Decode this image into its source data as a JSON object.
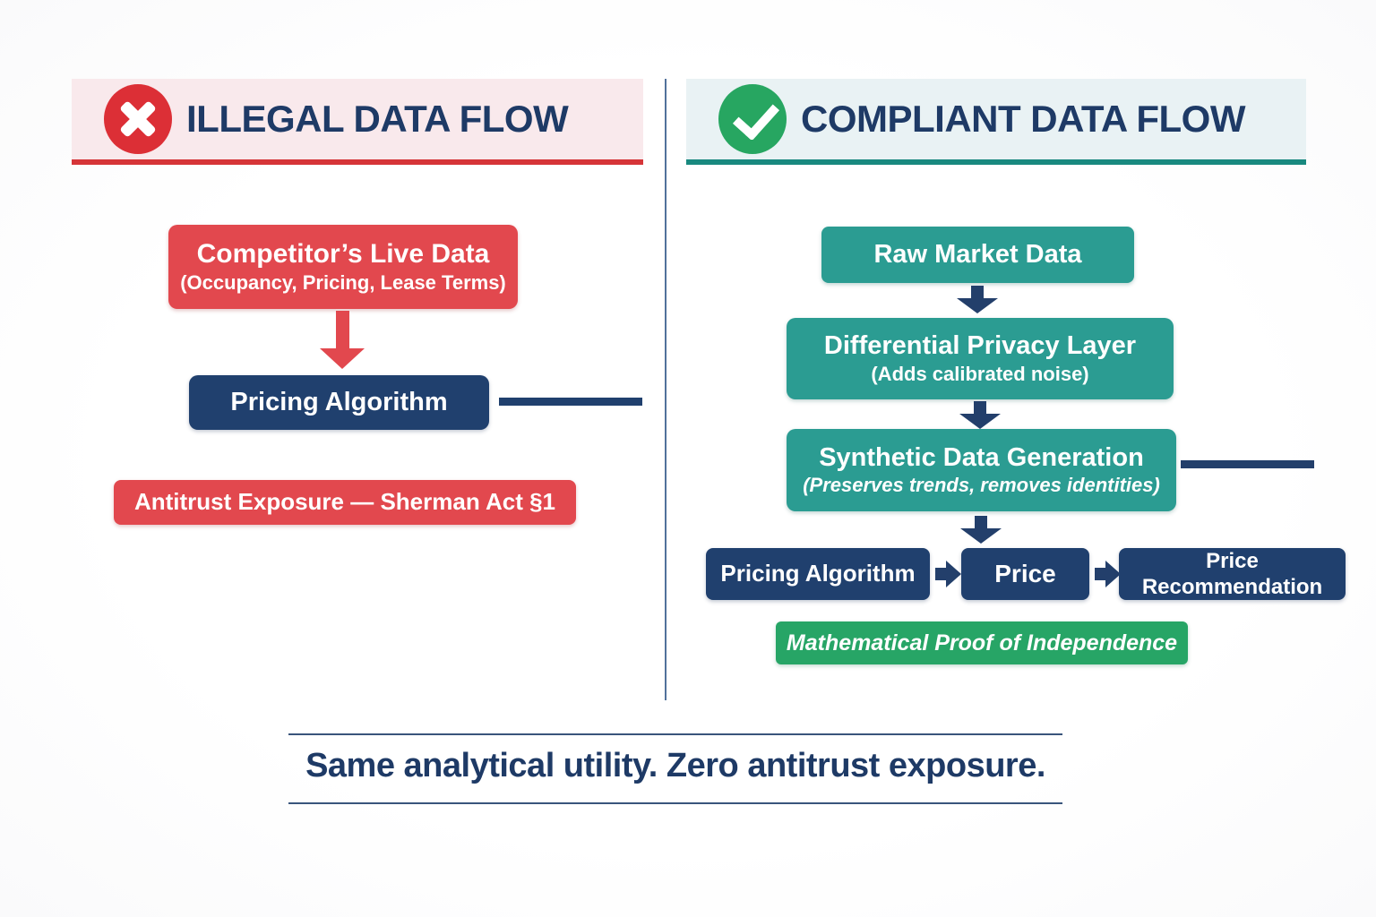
{
  "left": {
    "title": "ILLEGAL DATA FLOW",
    "icon": "x-circle-icon",
    "accent_color": "#d63538",
    "header_bg": "#f9e9ec",
    "nodes": {
      "competitor": {
        "title": "Competitor’s Live Data",
        "subtitle": "(Occupancy, Pricing, Lease Terms)"
      },
      "pricing_algorithm": {
        "title": "Pricing Algorithm"
      },
      "antitrust": {
        "title": "Antitrust Exposure — Sherman Act §1"
      }
    }
  },
  "right": {
    "title": "COMPLIANT DATA FLOW",
    "icon": "check-circle-icon",
    "accent_color": "#19897f",
    "header_bg": "#e9f2f4",
    "nodes": {
      "raw_market_data": {
        "title": "Raw Market Data"
      },
      "differential_privacy": {
        "title": "Differential Privacy Layer",
        "subtitle": "(Adds calibrated noise)"
      },
      "synthetic_data": {
        "title": "Synthetic Data Generation",
        "subtitle": "(Preserves trends, removes identities)"
      },
      "pricing_algorithm": {
        "title": "Pricing Algorithm"
      },
      "price": {
        "title": "Price"
      },
      "price_recommendation": {
        "title": "Price Recommendation"
      },
      "proof": {
        "title": "Mathematical Proof of Independence"
      }
    }
  },
  "footer": {
    "caption": "Same analytical utility. Zero antitrust exposure."
  },
  "colors": {
    "red_box": "#e2484e",
    "navy_box": "#20406e",
    "teal_box": "#2b9c92",
    "green_box": "#27a566",
    "heading_text": "#1e3a66",
    "divider": "#51719b"
  }
}
